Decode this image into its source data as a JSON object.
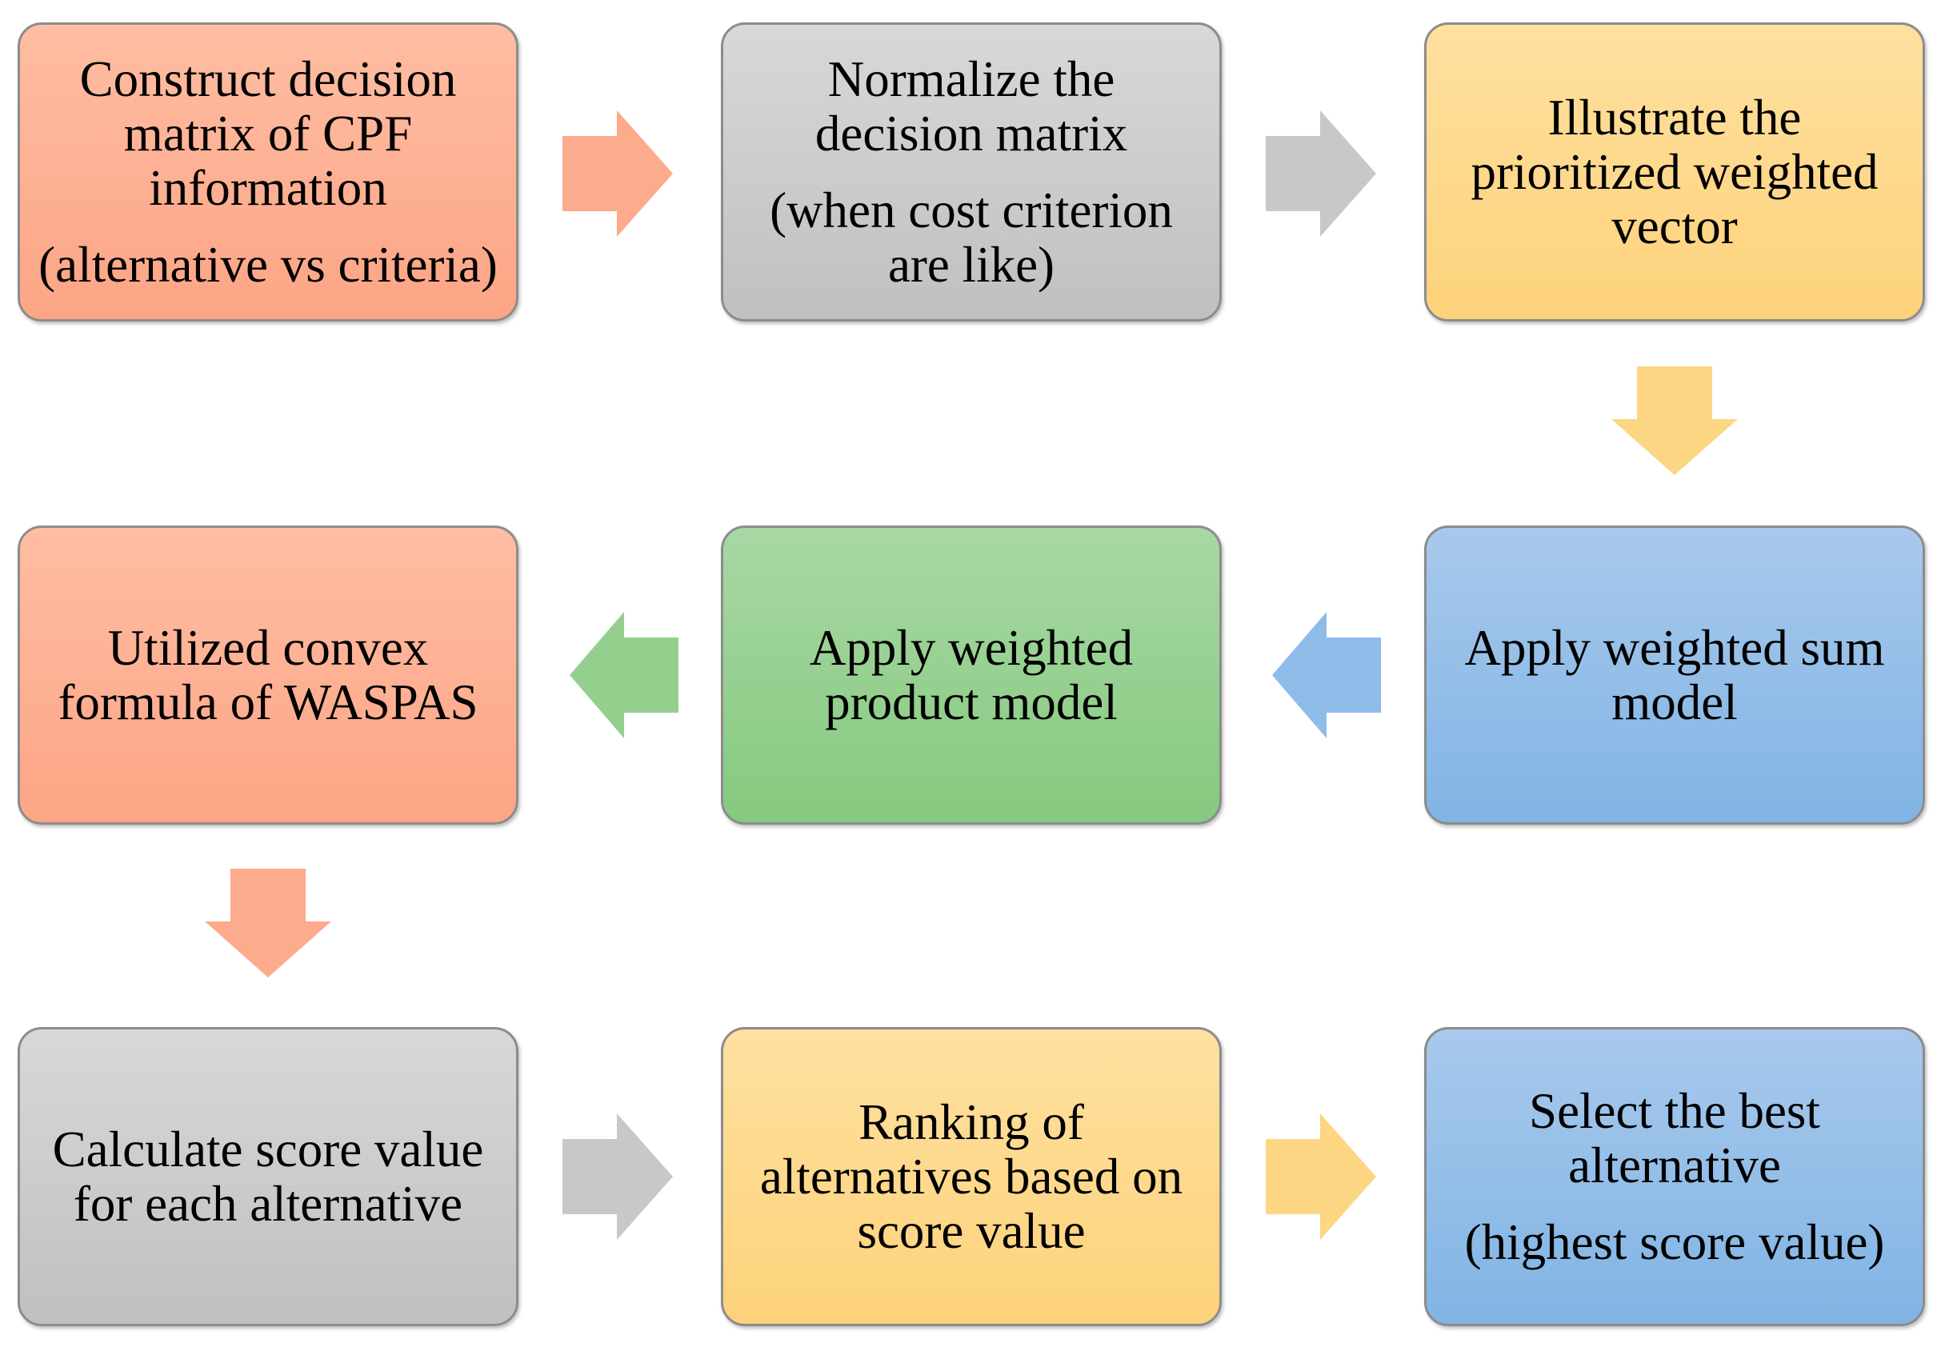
{
  "colors": {
    "salmon": "#fcab8c",
    "gray": "#c8c8c8",
    "yellow": "#fdd684",
    "blue": "#8ebbe8",
    "green": "#94cf8e",
    "border": "#8c8c8c"
  },
  "steps": [
    {
      "main": "Construct decision matrix of CPF information",
      "sub": "(alternative vs criteria)"
    },
    {
      "main": "Normalize the decision matrix",
      "sub": "(when cost criterion are like)"
    },
    {
      "main": "Illustrate the prioritized weighted vector",
      "sub": ""
    },
    {
      "main": "Apply weighted sum model",
      "sub": ""
    },
    {
      "main": "Apply weighted product model",
      "sub": ""
    },
    {
      "main": "Utilized convex formula of WASPAS",
      "sub": ""
    },
    {
      "main": "Calculate score value for each alternative",
      "sub": ""
    },
    {
      "main": "Ranking of alternatives based on score value",
      "sub": ""
    },
    {
      "main": "Select the best alternative",
      "sub": "(highest score value)"
    }
  ],
  "arrows": [
    {
      "from": 1,
      "to": 2,
      "direction": "right",
      "color": "#fcab8c"
    },
    {
      "from": 2,
      "to": 3,
      "direction": "right",
      "color": "#c8c8c8"
    },
    {
      "from": 3,
      "to": 4,
      "direction": "down",
      "color": "#fdd684"
    },
    {
      "from": 4,
      "to": 5,
      "direction": "left",
      "color": "#8ebbe8"
    },
    {
      "from": 5,
      "to": 6,
      "direction": "left",
      "color": "#94cf8e"
    },
    {
      "from": 6,
      "to": 7,
      "direction": "down",
      "color": "#fcab8c"
    },
    {
      "from": 7,
      "to": 8,
      "direction": "right",
      "color": "#c8c8c8"
    },
    {
      "from": 8,
      "to": 9,
      "direction": "right",
      "color": "#fdd684"
    }
  ]
}
